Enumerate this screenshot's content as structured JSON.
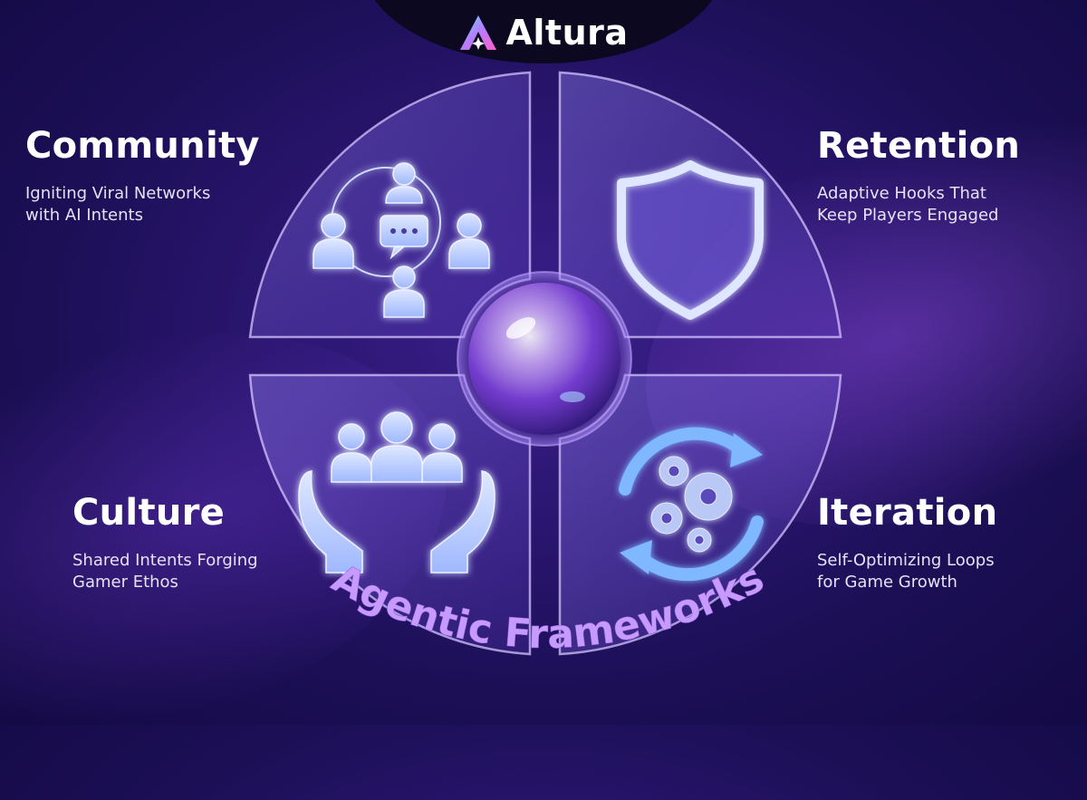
{
  "brand": {
    "name": "Altura",
    "logo_icon": "altura-logo-icon"
  },
  "center_title": "Agentic Frameworks",
  "sections": {
    "community": {
      "title": "Community",
      "desc_line1": "Igniting Viral Networks",
      "desc_line2": "with AI Intents",
      "icon": "network-people-chat-icon"
    },
    "retention": {
      "title": "Retention",
      "desc_line1": "Adaptive Hooks That",
      "desc_line2": "Keep Players Engaged",
      "icon": "shield-icon"
    },
    "culture": {
      "title": "Culture",
      "desc_line1": "Shared Intents Forging",
      "desc_line2": "Gamer Ethos",
      "icon": "hands-holding-group-icon"
    },
    "iteration": {
      "title": "Iteration",
      "desc_line1": "Self-Optimizing Loops",
      "desc_line2": "for Game Growth",
      "icon": "gears-cycle-icon"
    }
  },
  "colors": {
    "background": "#1c0f56",
    "accent_purple": "#b886ff",
    "icon_blue": "#a9c6ff",
    "glass_edge": "#d4c4ff"
  }
}
